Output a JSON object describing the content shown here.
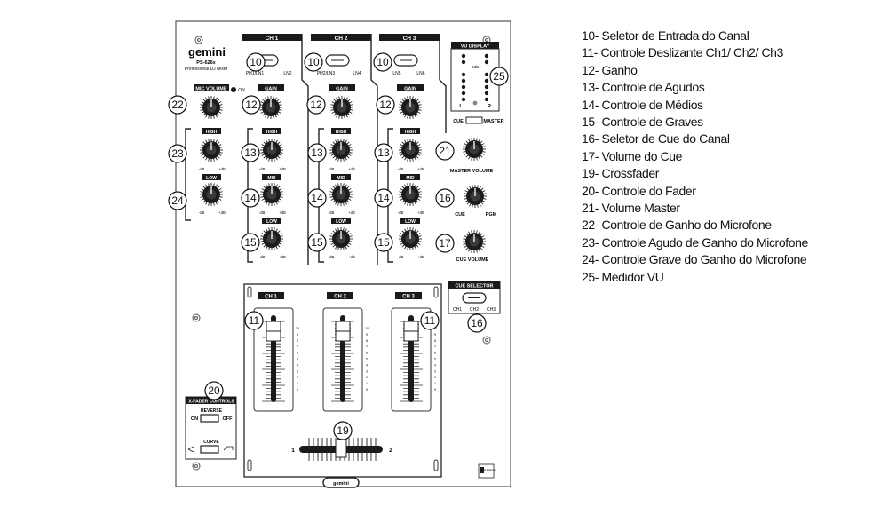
{
  "brand": {
    "logo": "gemini",
    "model": "PS-626x",
    "subtitle": "Professional DJ Mixer"
  },
  "channels": [
    {
      "label": "CH 1",
      "input_left": "PH1/LN1",
      "input_right": "LN2"
    },
    {
      "label": "CH 2",
      "input_left": "PH2/LN3",
      "input_right": "LN4"
    },
    {
      "label": "CH 3",
      "input_left": "LN5",
      "input_right": "LN6"
    }
  ],
  "labels": {
    "vu_display": "VU DISPLAY",
    "vu_0db": "0dB",
    "vu_l": "L",
    "vu_r": "R",
    "cue": "CUE",
    "master": "MASTER",
    "mic_volume": "MIC VOLUME",
    "on": "ON",
    "gain": "GAIN",
    "high": "HIGH",
    "mid": "MID",
    "low": "LOW",
    "minus_db": "-dB",
    "plus_db": "+dB",
    "master_volume": "MASTER VOLUME",
    "cue_knob": "CUE",
    "pgm": "PGM",
    "cue_volume": "CUE VOLUME",
    "cue_selector": "CUE SELECTOR",
    "ch1": "CH1",
    "ch2": "CH2",
    "ch3": "CH3",
    "xfader_controls": "X-FADER CONTROLS",
    "reverse": "REVERSE",
    "on2": "ON",
    "off": "OFF",
    "curve": "CURVE",
    "xf_1": "1",
    "xf_2": "2",
    "ipod": "iPod Platinum",
    "bottom_logo": "gemini"
  },
  "fader_scale": [
    "10",
    "9",
    "8",
    "7",
    "6",
    "5",
    "4",
    "3",
    "2",
    "1",
    "0"
  ],
  "callouts": {
    "c10": "10",
    "c11": "11",
    "c12": "12",
    "c13": "13",
    "c14": "14",
    "c15": "15",
    "c16": "16",
    "c17": "17",
    "c19": "19",
    "c20": "20",
    "c21": "21",
    "c22": "22",
    "c23": "23",
    "c24": "24",
    "c25": "25"
  },
  "legend": [
    "10- Seletor de Entrada do Canal",
    "11- Controle Deslizante Ch1/ Ch2/ Ch3",
    "12- Ganho",
    "13- Controle de Agudos",
    "14- Controle de Médios",
    "15- Controle de Graves",
    "16- Seletor de Cue do Canal",
    "17- Volume do Cue",
    "19- Crossfader",
    "20- Controle do Fader",
    "21- Volume Master",
    "22- Controle de Ganho do Microfone",
    "23- Controle Agudo de Ganho do Microfone",
    "24- Controle Grave do Ganho do Microfone",
    "25- Medidor VU"
  ]
}
